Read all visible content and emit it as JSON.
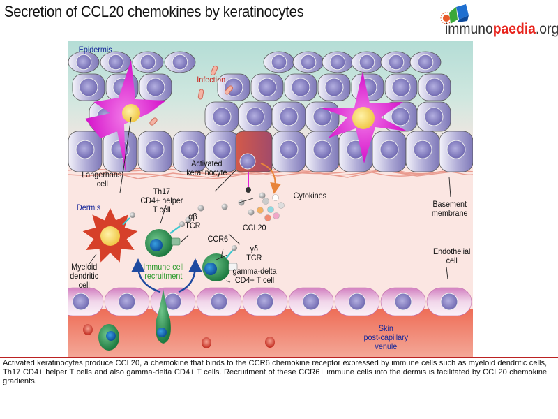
{
  "title": "Secretion of CCL20 chemokines by keratinocytes",
  "logo": {
    "text_plain_1": "immuno",
    "text_bold": "paedia",
    "text_plain_2": ".org",
    "brand_color": "#e8231c"
  },
  "regions": {
    "epidermis": "Epidermis",
    "dermis": "Dermis",
    "venule": [
      "Skin",
      "post-capillary",
      "venule"
    ]
  },
  "labels": {
    "infection": "Infection",
    "langerhans": [
      "Langerhans'",
      "cell"
    ],
    "activated_keratinocyte": [
      "Activated",
      "keratinocyte"
    ],
    "cytokines": "Cytokines",
    "basement_membrane": [
      "Basement",
      "membrane"
    ],
    "th17": [
      "Th17",
      "CD4+ helper",
      "T cell"
    ],
    "ab_tcr": [
      "αβ",
      "TCR"
    ],
    "ccl20": "CCL20",
    "ccr6": "CCR6",
    "gd_tcr": [
      "γδ",
      "TCR"
    ],
    "gamma_delta": [
      "gamma-delta",
      "CD4+ T cell"
    ],
    "myeloid_dc": [
      "Myeloid",
      "dendritic",
      "cell"
    ],
    "immune_recruitment": [
      "Immune cell",
      "recruitment"
    ],
    "endothelial": [
      "Endothelial",
      "cell"
    ]
  },
  "colors": {
    "epidermis_bg_top": "#b4ddd6",
    "dermis_bg": "#fbe6e2",
    "venule_bg": "#ef7d68",
    "keratinocyte": "#8f89c4",
    "langerhans": "#e21fd8",
    "activated_keratinocyte": "#c85050",
    "t_cell": "#2f8f4e",
    "dendritic_cell": "#d6402a",
    "endothelial": "#d890c8",
    "ccl20": "#a8a8a8"
  },
  "caption": "Activated keratinocytes produce CCL20, a chemokine that binds to the CCR6 chemokine receptor expressed by immune cells such as myeloid dendritic cells, Th17 CD4+ helper T cells and also gamma-delta CD4+ T cells. Recruitment of these CCR6+ immune cells into the dermis is facilitated by CCL20 chemokine gradients."
}
